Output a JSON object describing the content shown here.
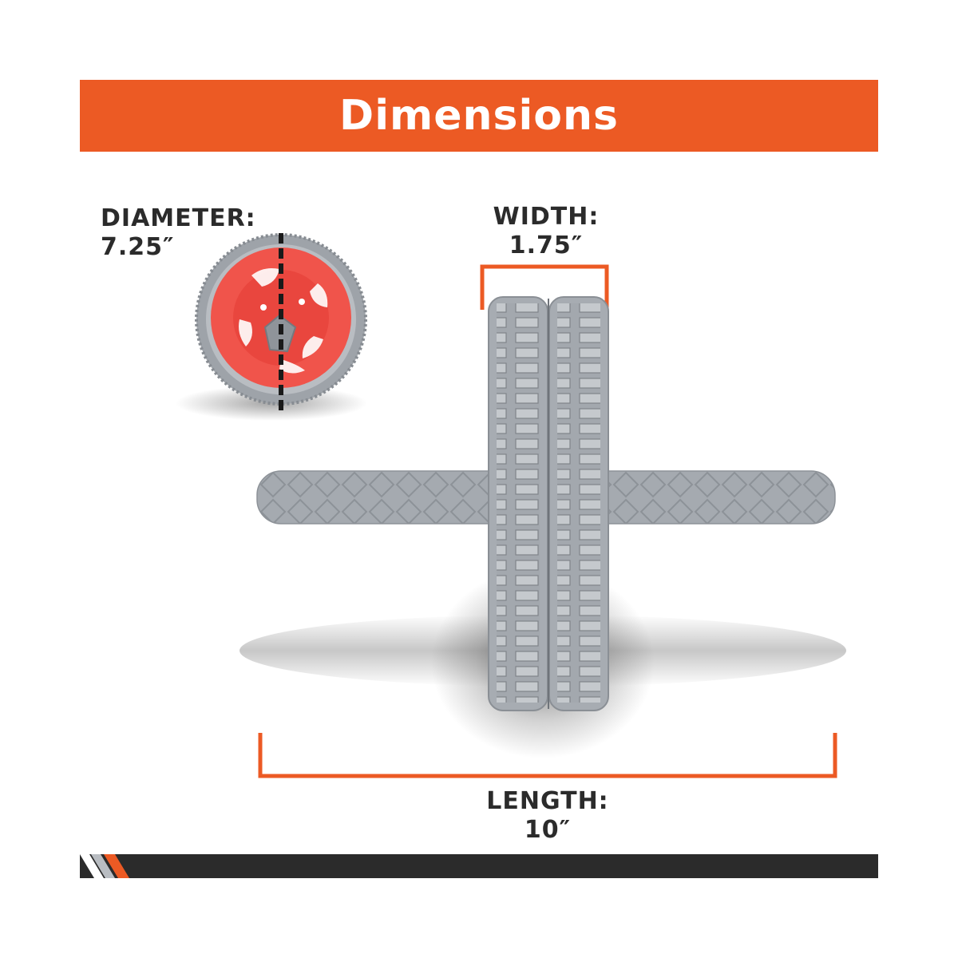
{
  "banner": {
    "title": "Dimensions"
  },
  "dimensions": {
    "diameter": {
      "label": "DIAMETER:",
      "value": "7.25″"
    },
    "width": {
      "label": "WIDTH:",
      "value": "1.75″"
    },
    "length": {
      "label": "LENGTH:",
      "value": "10″"
    }
  },
  "colors": {
    "accent": "#ec5a24",
    "dark": "#2b2b2b",
    "wheel_gray": "#9ea3a9",
    "hub_red": "#f0544b"
  },
  "icons": {
    "product": "ab-roller-wheel-image",
    "side_view": "wheel-side-view-image"
  }
}
